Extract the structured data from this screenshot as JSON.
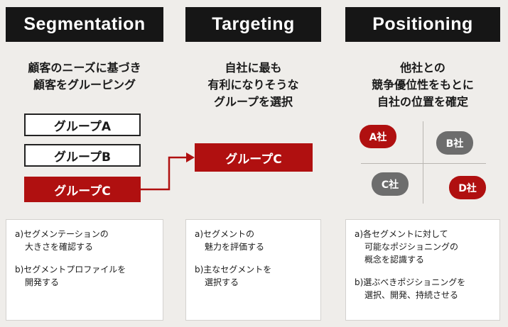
{
  "headers": {
    "segmentation": "Segmentation",
    "targeting": "Targeting",
    "positioning": "Positioning"
  },
  "descriptions": {
    "segmentation": [
      "顧客のニーズに基づき",
      "顧客をグルーピング"
    ],
    "targeting": [
      "自社に最も",
      "有利になりそうな",
      "グループを選択"
    ],
    "positioning": [
      "他社との",
      "競争優位性をもとに",
      "自社の位置を確定"
    ]
  },
  "groups": [
    "グループA",
    "グループB",
    "グループC"
  ],
  "selected_group_index": 2,
  "target_group": "グループC",
  "companies": [
    "A社",
    "B社",
    "C社",
    "D社"
  ],
  "colors": {
    "header_bg": "#161616",
    "accent_red": "#b01010",
    "neutral_gray": "#6d6d6d",
    "page_bg": "#efedea"
  },
  "notes": {
    "segmentation": [
      [
        "a)セグメンテーションの",
        "大きさを確認する"
      ],
      [
        "b)セグメントプロファイルを",
        "開発する"
      ]
    ],
    "targeting": [
      [
        "a)セグメントの",
        "魅力を評価する"
      ],
      [
        "b)主なセグメントを",
        "選択する"
      ]
    ],
    "positioning": [
      [
        "a)各セグメントに対して",
        "可能なポジショニングの",
        "概念を認識する"
      ],
      [
        "b)選ぶべきポジショニングを",
        "選択、開発、持続させる"
      ]
    ]
  }
}
